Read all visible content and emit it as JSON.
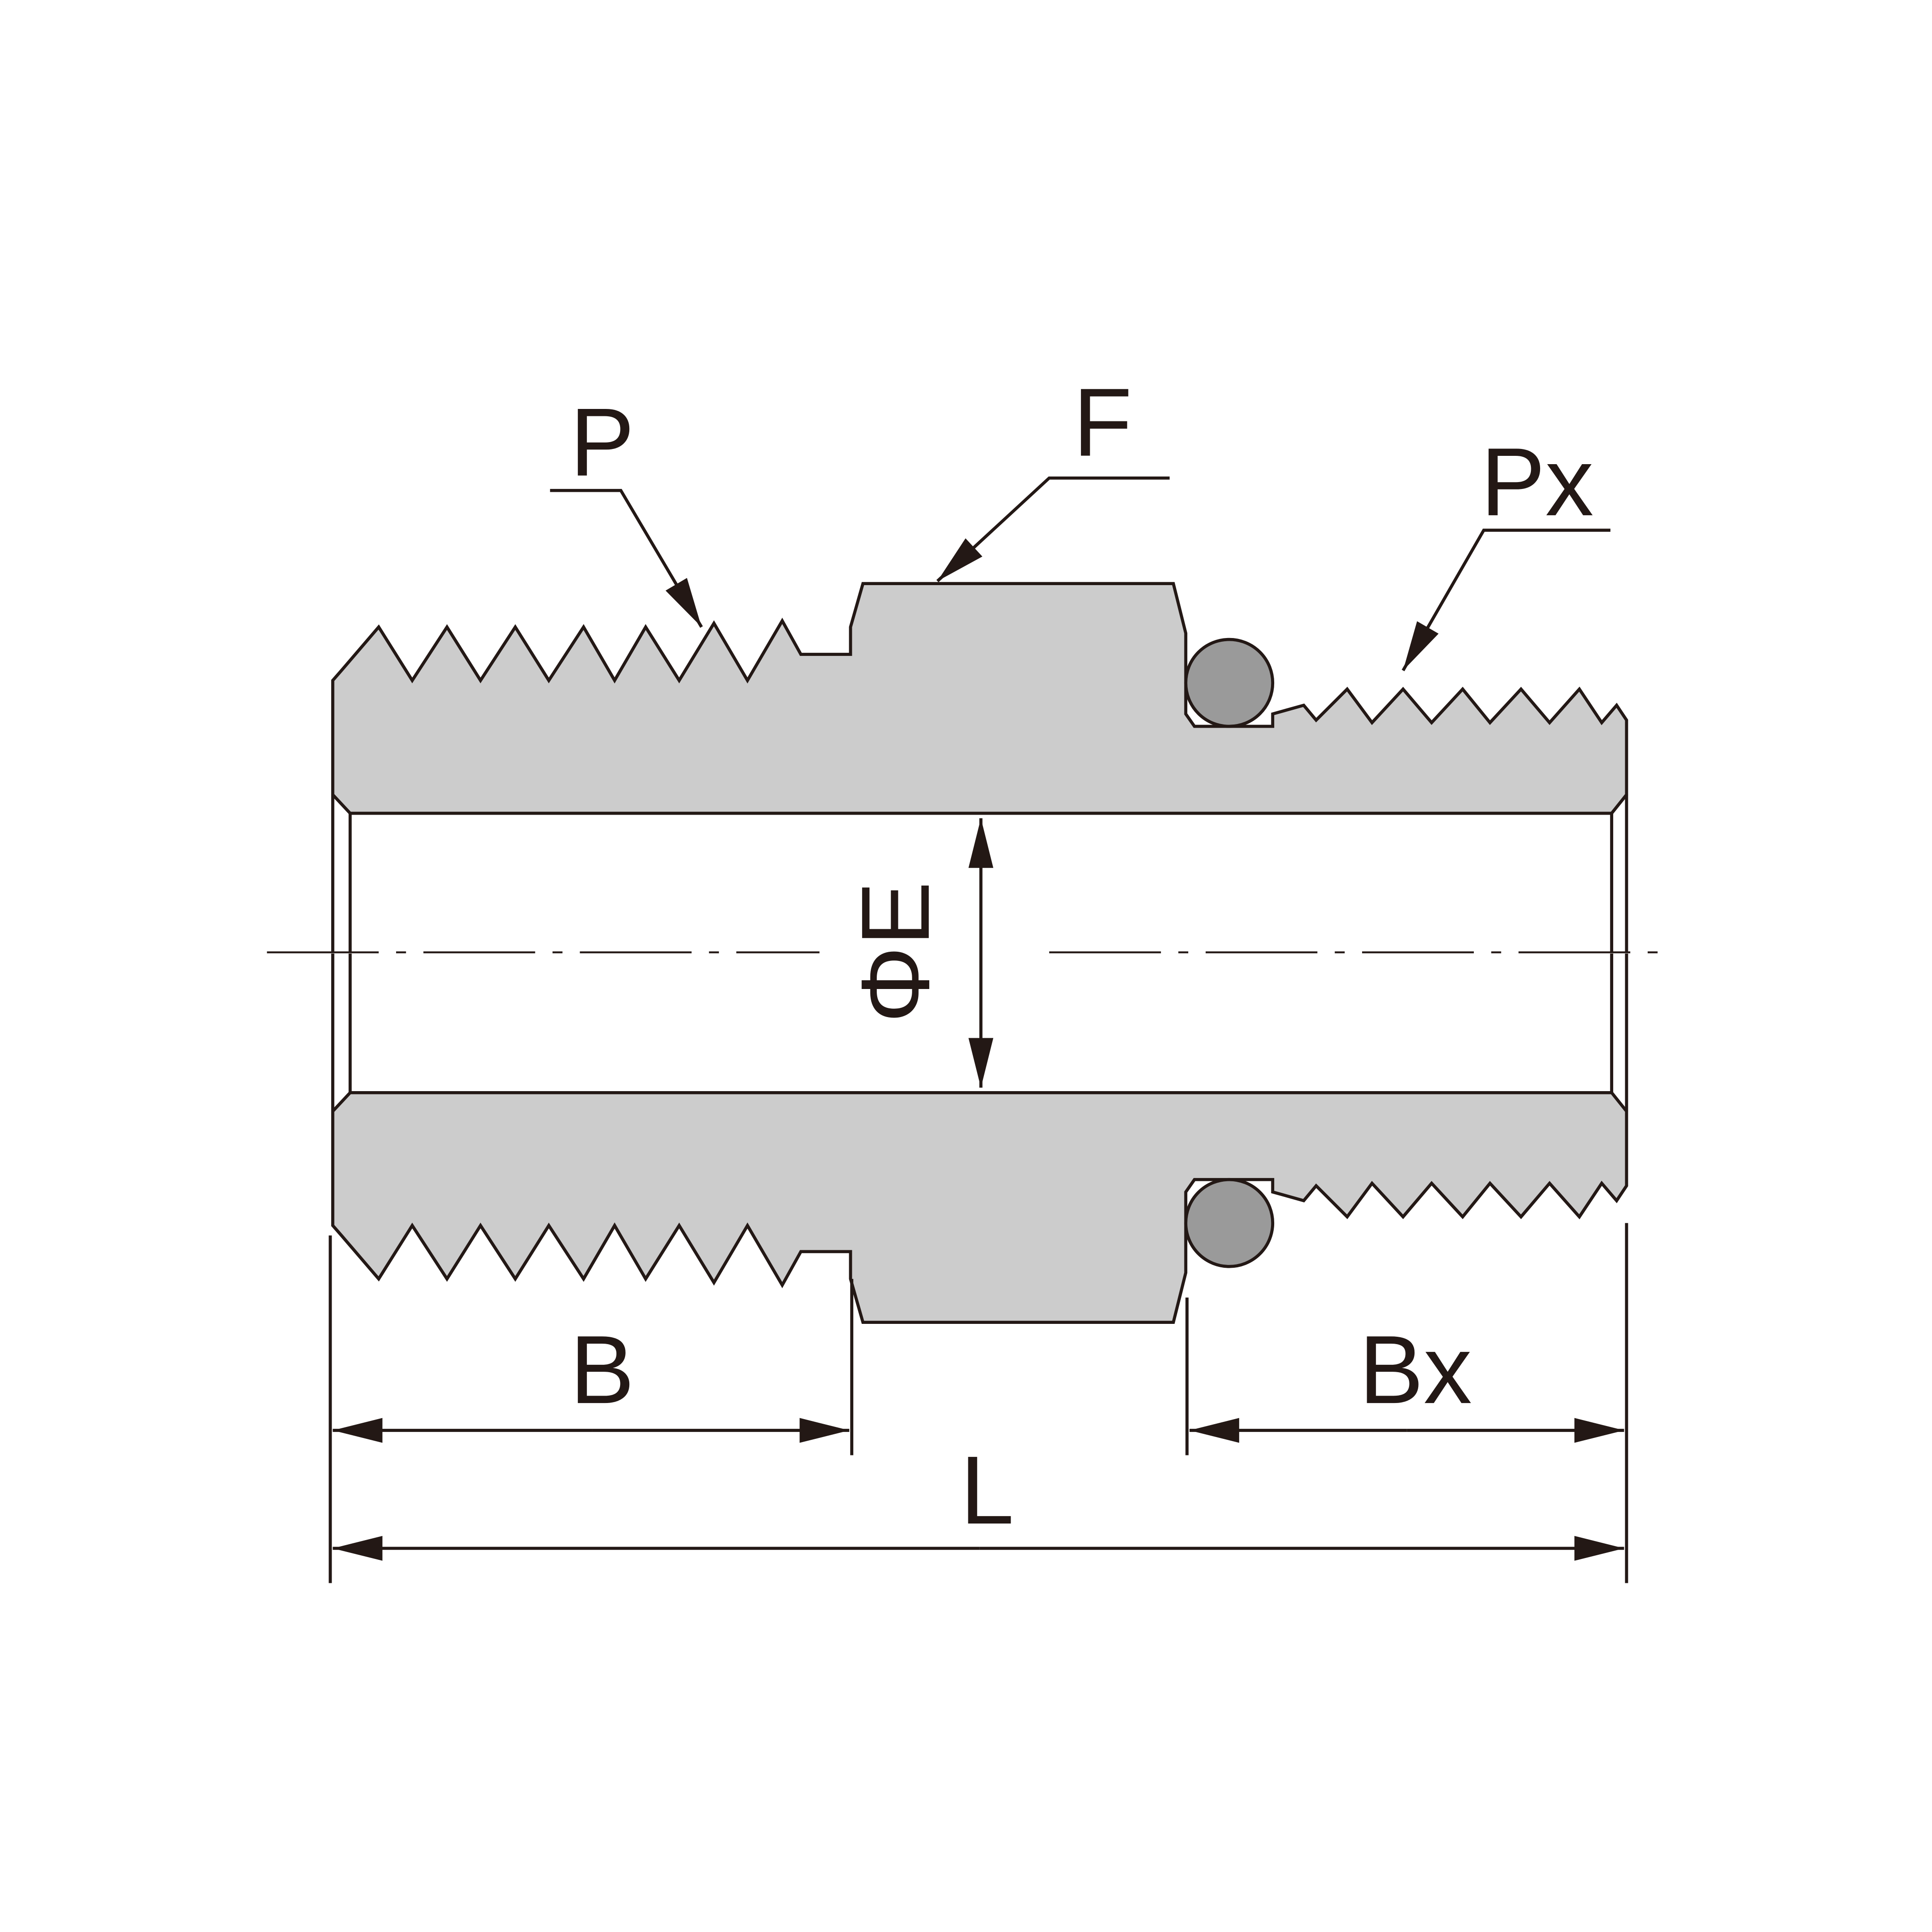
{
  "drawing": {
    "title": "Threaded adapter fitting dimension drawing",
    "labels": {
      "P": "P",
      "F": "F",
      "Px": "Px",
      "E": "ΦE",
      "B": "B",
      "Bx": "Bx",
      "L": "L"
    },
    "colors": {
      "body": "#cccccc",
      "oring": "#9a9a9a",
      "line": "#231815"
    }
  }
}
